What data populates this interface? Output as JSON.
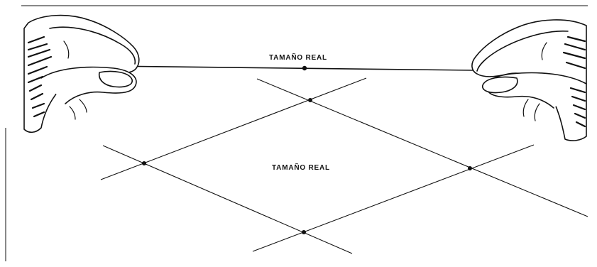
{
  "labels": {
    "top": "TAMAÑO REAL",
    "center": "TAMAÑO REAL"
  },
  "colors": {
    "ink": "#111111",
    "paper": "#ffffff"
  },
  "icons": {
    "left_hand": "left-hand-pinching-thread",
    "right_hand": "right-hand-pinching-thread"
  }
}
